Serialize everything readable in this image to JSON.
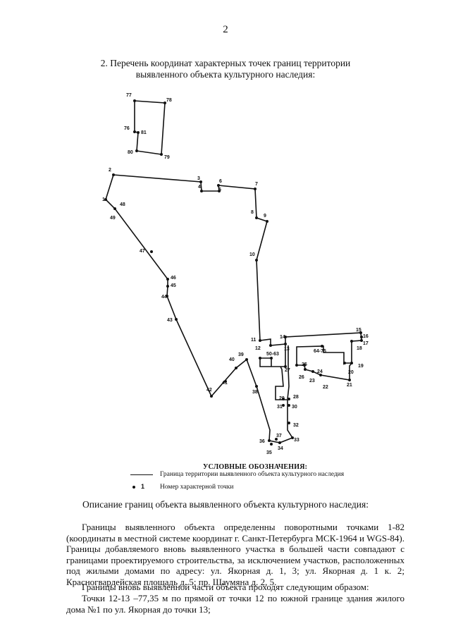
{
  "page_number": "2",
  "heading": {
    "line1": "2. Перечень координат характерных точек границ территории",
    "line2": "выявленного объекта культурного наследия:"
  },
  "plan": {
    "point_labels": [
      "77",
      "78",
      "76",
      "81",
      "80",
      "79",
      "2",
      "3",
      "4",
      "6",
      "5",
      "7",
      "1",
      "48",
      "49",
      "8",
      "9",
      "10",
      "47",
      "46",
      "45",
      "44",
      "43",
      "11",
      "14",
      "15",
      "16",
      "17",
      "12",
      "13",
      "50-63",
      "64-75",
      "18",
      "39",
      "40",
      "25",
      "24",
      "19",
      "27",
      "26",
      "23",
      "20",
      "41",
      "22",
      "21",
      "42",
      "38",
      "29",
      "28",
      "31",
      "30",
      "32",
      "37",
      "36",
      "33",
      "34",
      "35"
    ]
  },
  "legend": {
    "title": "УСЛОВНЫЕ ОБОЗНАЧЕНИЯ:",
    "line_label": "Граница территории выявленного объекта культурного наследия",
    "dot_number": "1",
    "dot_label": "Номер характерной точки"
  },
  "description_title": "Описание границ объекта выявленного объекта культурного наследия:",
  "paragraphs": [
    "Границы выявленного объекта определенны поворотными точками 1-82 (координаты в местной системе координат г. Санкт-Петербурга МСК-1964 и WGS-84). Границы добавляемого вновь выявленного участка в большей части совпадают с границами проектируемого строительства, за исключением участков, расположенных под жилыми домами по адресу: ул. Якорная д. 1, 3; ул. Якорная д. 1 к. 2; Красногвардейская площадь д. 5; пр. Шаумяна д. 2, 5.",
    "Границы вновь выявленной части объекта проходят следующим образом:",
    "Точки 12-13 –77,35 м по прямой от точки 12 по южной границе здания жилого дома №1 по ул. Якорная до точки 13;"
  ]
}
